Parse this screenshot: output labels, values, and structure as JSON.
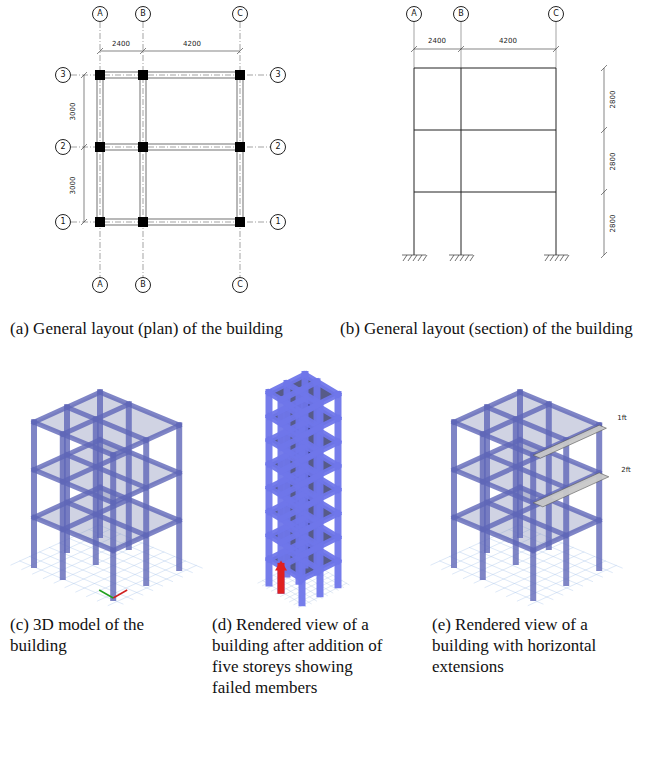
{
  "diagram": {
    "nodes": [
      {
        "text": [
          "A"
        ]
      },
      {
        "text": [
          "B"
        ]
      },
      {
        "text": [
          "C"
        ]
      },
      {
        "text": [
          "3"
        ]
      },
      {
        "text": [
          "3"
        ]
      },
      {
        "text": [
          "2"
        ]
      },
      {
        "text": [
          "2"
        ]
      },
      {
        "text": [
          "1"
        ]
      },
      {
        "text": [
          "1"
        ]
      },
      {
        "text": [
          "A"
        ]
      },
      {
        "text": [
          "B"
        ]
      },
      {
        "text": [
          "C"
        ]
      },
      {
        "text": [
          "A"
        ]
      },
      {
        "text": [
          "B"
        ]
      },
      {
        "text": [
          "C"
        ]
      }
    ],
    "labels": [
      "2400",
      "4200",
      "3000",
      "3000",
      "2400",
      "4200",
      "2800",
      "2800",
      "2800",
      "(a) General layout (plan) of the building",
      "(b) General layout (section) of the building",
      "(c) 3D model of the building",
      "(d) Rendered view of a building after addition of five storeys showing failed members",
      "(e) Rendered view of a building with horizontal extensions",
      "1ft",
      "2ft"
    ]
  }
}
